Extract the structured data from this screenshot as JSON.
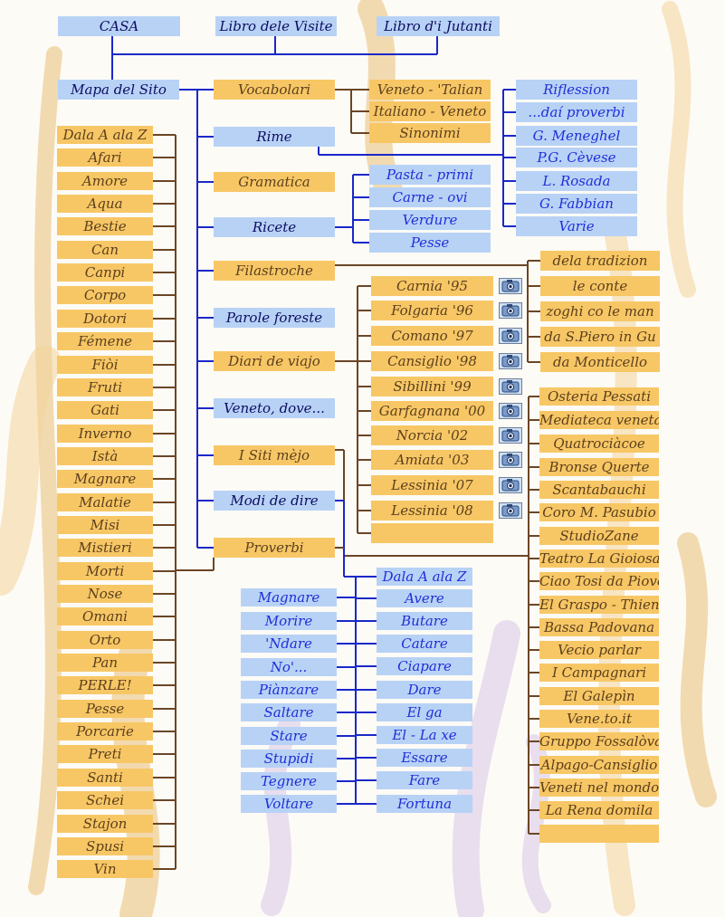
{
  "colors": {
    "blue_box": "#b8d2f6",
    "yellow_box": "#f7c766",
    "blue_text": "#1f2fd6",
    "navy_text": "#0d0d60",
    "brown_text": "#5c3f1c",
    "line": "#1a28c9",
    "line_brown": "#6b4626"
  },
  "top_nav": [
    "CASA",
    "Libro dele Visite",
    "Libro d'i Jutanti"
  ],
  "main": {
    "root": "Mapa del Sito",
    "items": [
      "Vocabolari",
      "Rime",
      "Gramatica",
      "Ricete",
      "Filastroche",
      "Parole foreste",
      "Diari de viajo",
      "Veneto, dove...",
      "I Siti mèjo",
      "Modi de dire",
      "Proverbi"
    ]
  },
  "vocabolari": [
    "Veneto - 'Talian",
    "Italiano - Veneto",
    "Sinonimi"
  ],
  "rime": [
    "Riflession",
    "...daí proverbi",
    "G. Meneghel",
    "P.G. Cèvese",
    "L. Rosada",
    "G. Fabbian",
    "Varie"
  ],
  "ricete": [
    "Pasta - primi",
    "Carne - ovi",
    "Verdure",
    "Pesse"
  ],
  "filastroche": [
    "dela tradizion",
    "le conte",
    "zoghi co le man",
    "da S.Piero in Gu",
    "da Monticello"
  ],
  "diari": [
    "Carnia '95",
    "Folgaria '96",
    "Comano '97",
    "Cansiglio '98",
    "Sibillini '99",
    "Garfagnana '00",
    "Norcia '02",
    "Amiata '03",
    "Lessinia '07",
    "Lessinia '08",
    ""
  ],
  "camera_icon": "camera-icon",
  "siti": [
    "Osteria Pessati",
    "Mediateca veneta",
    "Quatrociàcoe",
    "Bronse Querte",
    "Scantabauchi",
    "Coro M. Pasubio",
    "StudioZane",
    "Teatro La Gioiosa",
    "Ciao Tosi da Piove",
    "El Graspo - Thiene",
    "Bassa Padovana",
    "Vecio parlar",
    "I Campagnari",
    "El Galepìn",
    "Vene.to.it",
    "Gruppo Fossalòvara",
    "Alpago-Cansiglio",
    "Veneti nel mondo",
    "La Rena domila",
    ""
  ],
  "proverbi": [
    "Dala A ala Z",
    "Afari",
    "Amore",
    "Aqua",
    "Bestie",
    "Can",
    "Canpi",
    "Corpo",
    "Dotori",
    "Fémene",
    "Fiòi",
    "Fruti",
    "Gati",
    "Inverno",
    "Istà",
    "Magnare",
    "Malatie",
    "Misi",
    "Mistieri",
    "Morti",
    "Nose",
    "Omani",
    "Orto",
    "Pan",
    "PERLE!",
    "Pesse",
    "Porcarie",
    "Preti",
    "Santi",
    "Schei",
    "Stajon",
    "Spusi",
    "Vin"
  ],
  "modi_left": [
    "Magnare",
    "Morire",
    "'Ndare",
    "No'...",
    "Piànzare",
    "Saltare",
    "Stare",
    "Stupidi",
    "Tegnere",
    "Voltare"
  ],
  "modi_right": [
    "Dala A ala Z",
    "Avere",
    "Butare",
    "Catare",
    "Ciapare",
    "Dare",
    "El ga",
    "El - La xe",
    "Essare",
    "Fare",
    "Fortuna"
  ]
}
